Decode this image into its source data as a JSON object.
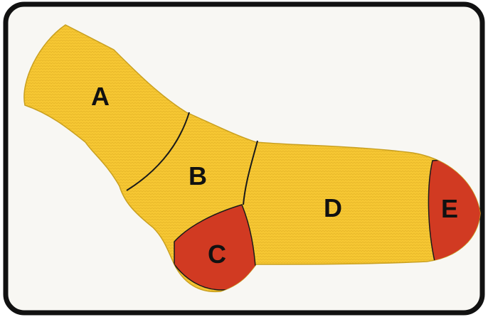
{
  "diagram": {
    "labels": {
      "a": "A",
      "b": "B",
      "c": "C",
      "d": "D",
      "e": "E"
    },
    "colors": {
      "frame_border": "#111111",
      "background": "#f8f7f3",
      "sock_yellow": "#f6c733",
      "sock_red": "#d13a22",
      "seam_line": "#1a1a1a"
    }
  }
}
